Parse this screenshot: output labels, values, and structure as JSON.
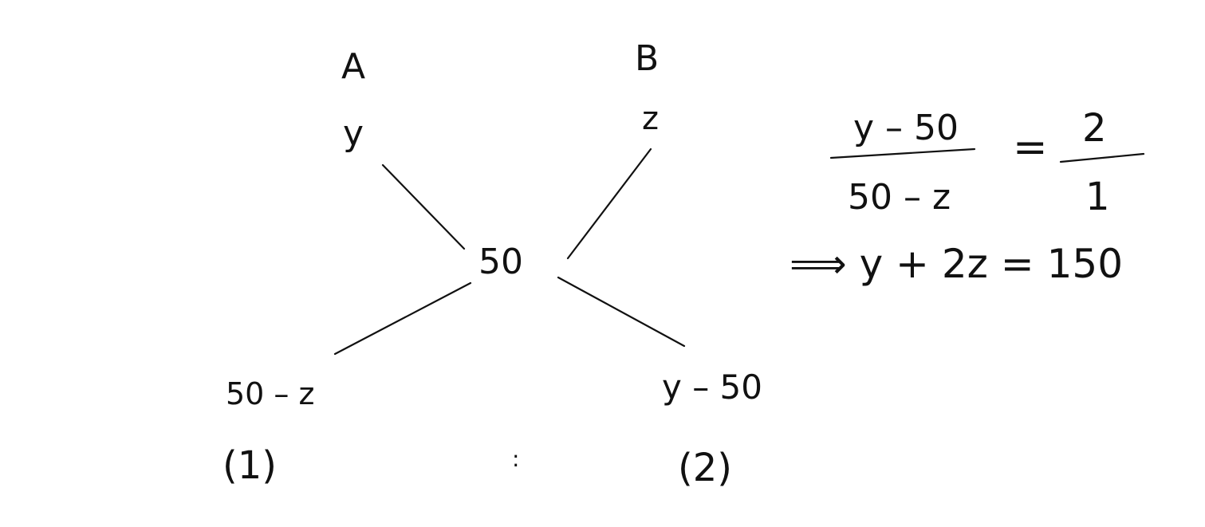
{
  "diagram": {
    "nodes": {
      "a_label": "A",
      "a_value": "y",
      "b_label": "B",
      "b_value": "z",
      "center": "50",
      "bottom_left": "50 – z",
      "bottom_right": "y – 50",
      "ratio_left": "(1)",
      "ratio_right": "(2)"
    },
    "equation": {
      "numerator": "y – 50",
      "denominator": "50 – z",
      "equals": "=",
      "rhs_numerator": "2",
      "rhs_denominator": "1",
      "result": "⟹ y + 2z = 150"
    },
    "ink_color": "#111111"
  }
}
